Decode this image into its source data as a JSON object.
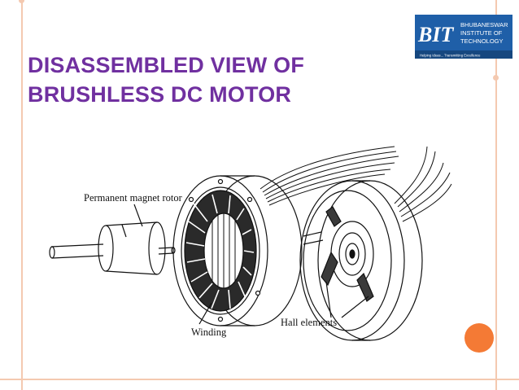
{
  "slide": {
    "title_line1": "DISASSEMBLED VIEW OF",
    "title_line2": "BRUSHLESS DC MOTOR",
    "accent_color": "#7030a0",
    "border_color": "#f4c9b0",
    "dot_color": "#f47a35"
  },
  "logo": {
    "mark": "BIT",
    "line1": "BHUBANESWAR",
    "line2": "INSTITUTE OF",
    "line3": "TECHNOLOGY",
    "tagline": "Helping Ideas... Transmitting Excellence",
    "bg_color": "#1f5fa8"
  },
  "figure": {
    "label_rotor": "Permanent magnet rotor",
    "label_winding": "Winding",
    "label_hall": "Hall elements"
  }
}
